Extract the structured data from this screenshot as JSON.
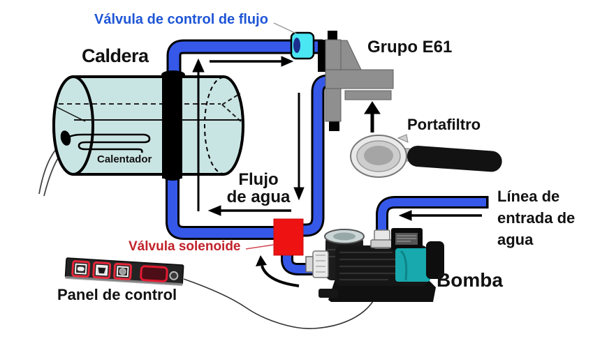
{
  "diagram": {
    "title_context": "Espresso machine water-flow schematic",
    "labels": {
      "flow_control_valve": "Válvula de control de flujo",
      "boiler": "Caldera",
      "group_e61": "Grupo E61",
      "portafilter": "Portafiltro",
      "heater": "Calentador",
      "water_flow": "Flujo\nde agua",
      "solenoid_valve": "Válvula solenoide",
      "water_inlet_line": "Línea de\nentrada de\nagua",
      "pump": "Bomba",
      "control_panel": "Panel de control"
    },
    "colors": {
      "pipe_blue": "#3558e8",
      "valve_cyan": "#4ae6f2",
      "valve_end_dark_blue": "#1c2f8e",
      "boiler_fill": "#c9e5e3",
      "solenoid_red": "#ee1212",
      "label_blue": "#1e55d6",
      "label_red": "#c1222b",
      "pump_teal": "#17a9ad",
      "panel_glow_red": "#e6273a",
      "metal_gray": "#8f8f8f"
    }
  }
}
